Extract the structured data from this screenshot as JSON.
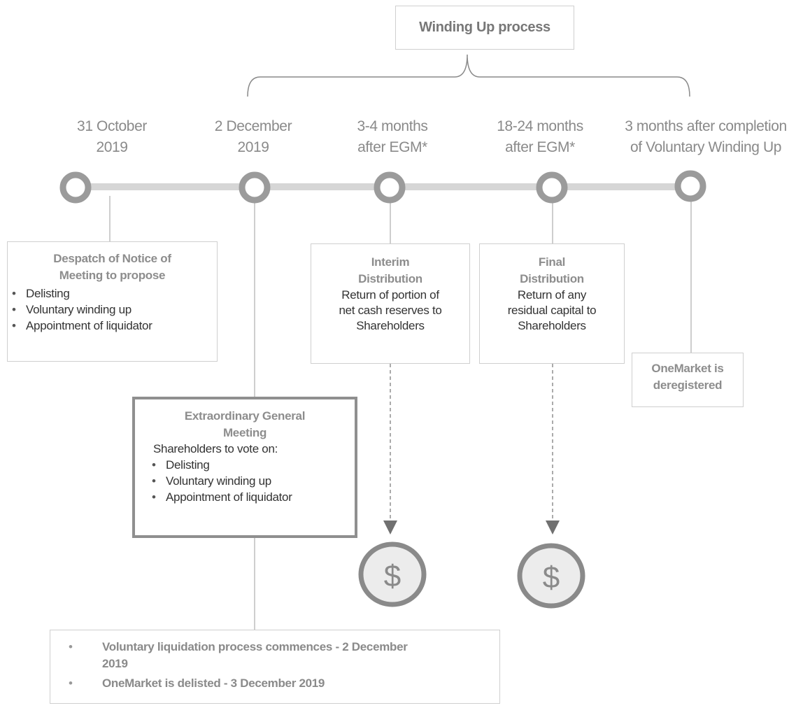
{
  "title": "Winding Up process",
  "milestones": [
    {
      "date_line1": "31 October",
      "date_line2": "2019"
    },
    {
      "date_line1": "2 December",
      "date_line2": "2019"
    },
    {
      "date_line1": "3-4 months",
      "date_line2": "after EGM*"
    },
    {
      "date_line1": "18-24 months",
      "date_line2": "after EGM*"
    },
    {
      "date_line1": "3 months after completion",
      "date_line2": "of Voluntary Winding Up"
    }
  ],
  "despatch": {
    "heading_line1": "Despatch of Notice of",
    "heading_line2": "Meeting to propose",
    "bullets": [
      "Delisting",
      "Voluntary winding up",
      "Appointment of liquidator"
    ]
  },
  "egm": {
    "heading_line1": "Extraordinary General",
    "heading_line2": "Meeting",
    "subtitle": "Shareholders to vote on:",
    "bullets": [
      "Delisting",
      "Voluntary winding up",
      "Appointment of liquidator"
    ]
  },
  "interim": {
    "heading_line1": "Interim",
    "heading_line2": "Distribution",
    "body_line1": "Return of portion of",
    "body_line2": "net cash reserves to",
    "body_line3": "Shareholders"
  },
  "final": {
    "heading_line1": "Final",
    "heading_line2": "Distribution",
    "body_line1": "Return of any",
    "body_line2": "residual capital to",
    "body_line3": "Shareholders"
  },
  "deregistered": {
    "line1": "OneMarket is",
    "line2": "deregistered"
  },
  "outcomes": [
    {
      "line1": "Voluntary liquidation process commences - 2 December",
      "line2": "2019"
    },
    {
      "line1": "OneMarket is delisted - 3 December 2019"
    }
  ],
  "coin_symbol": "$",
  "colors": {
    "timeline": "#d6d6d6",
    "node_ring": "#9b9b9b",
    "coin_fill": "#ececec",
    "border": "#cfcfcf",
    "egm_border": "#8f8f8f"
  }
}
